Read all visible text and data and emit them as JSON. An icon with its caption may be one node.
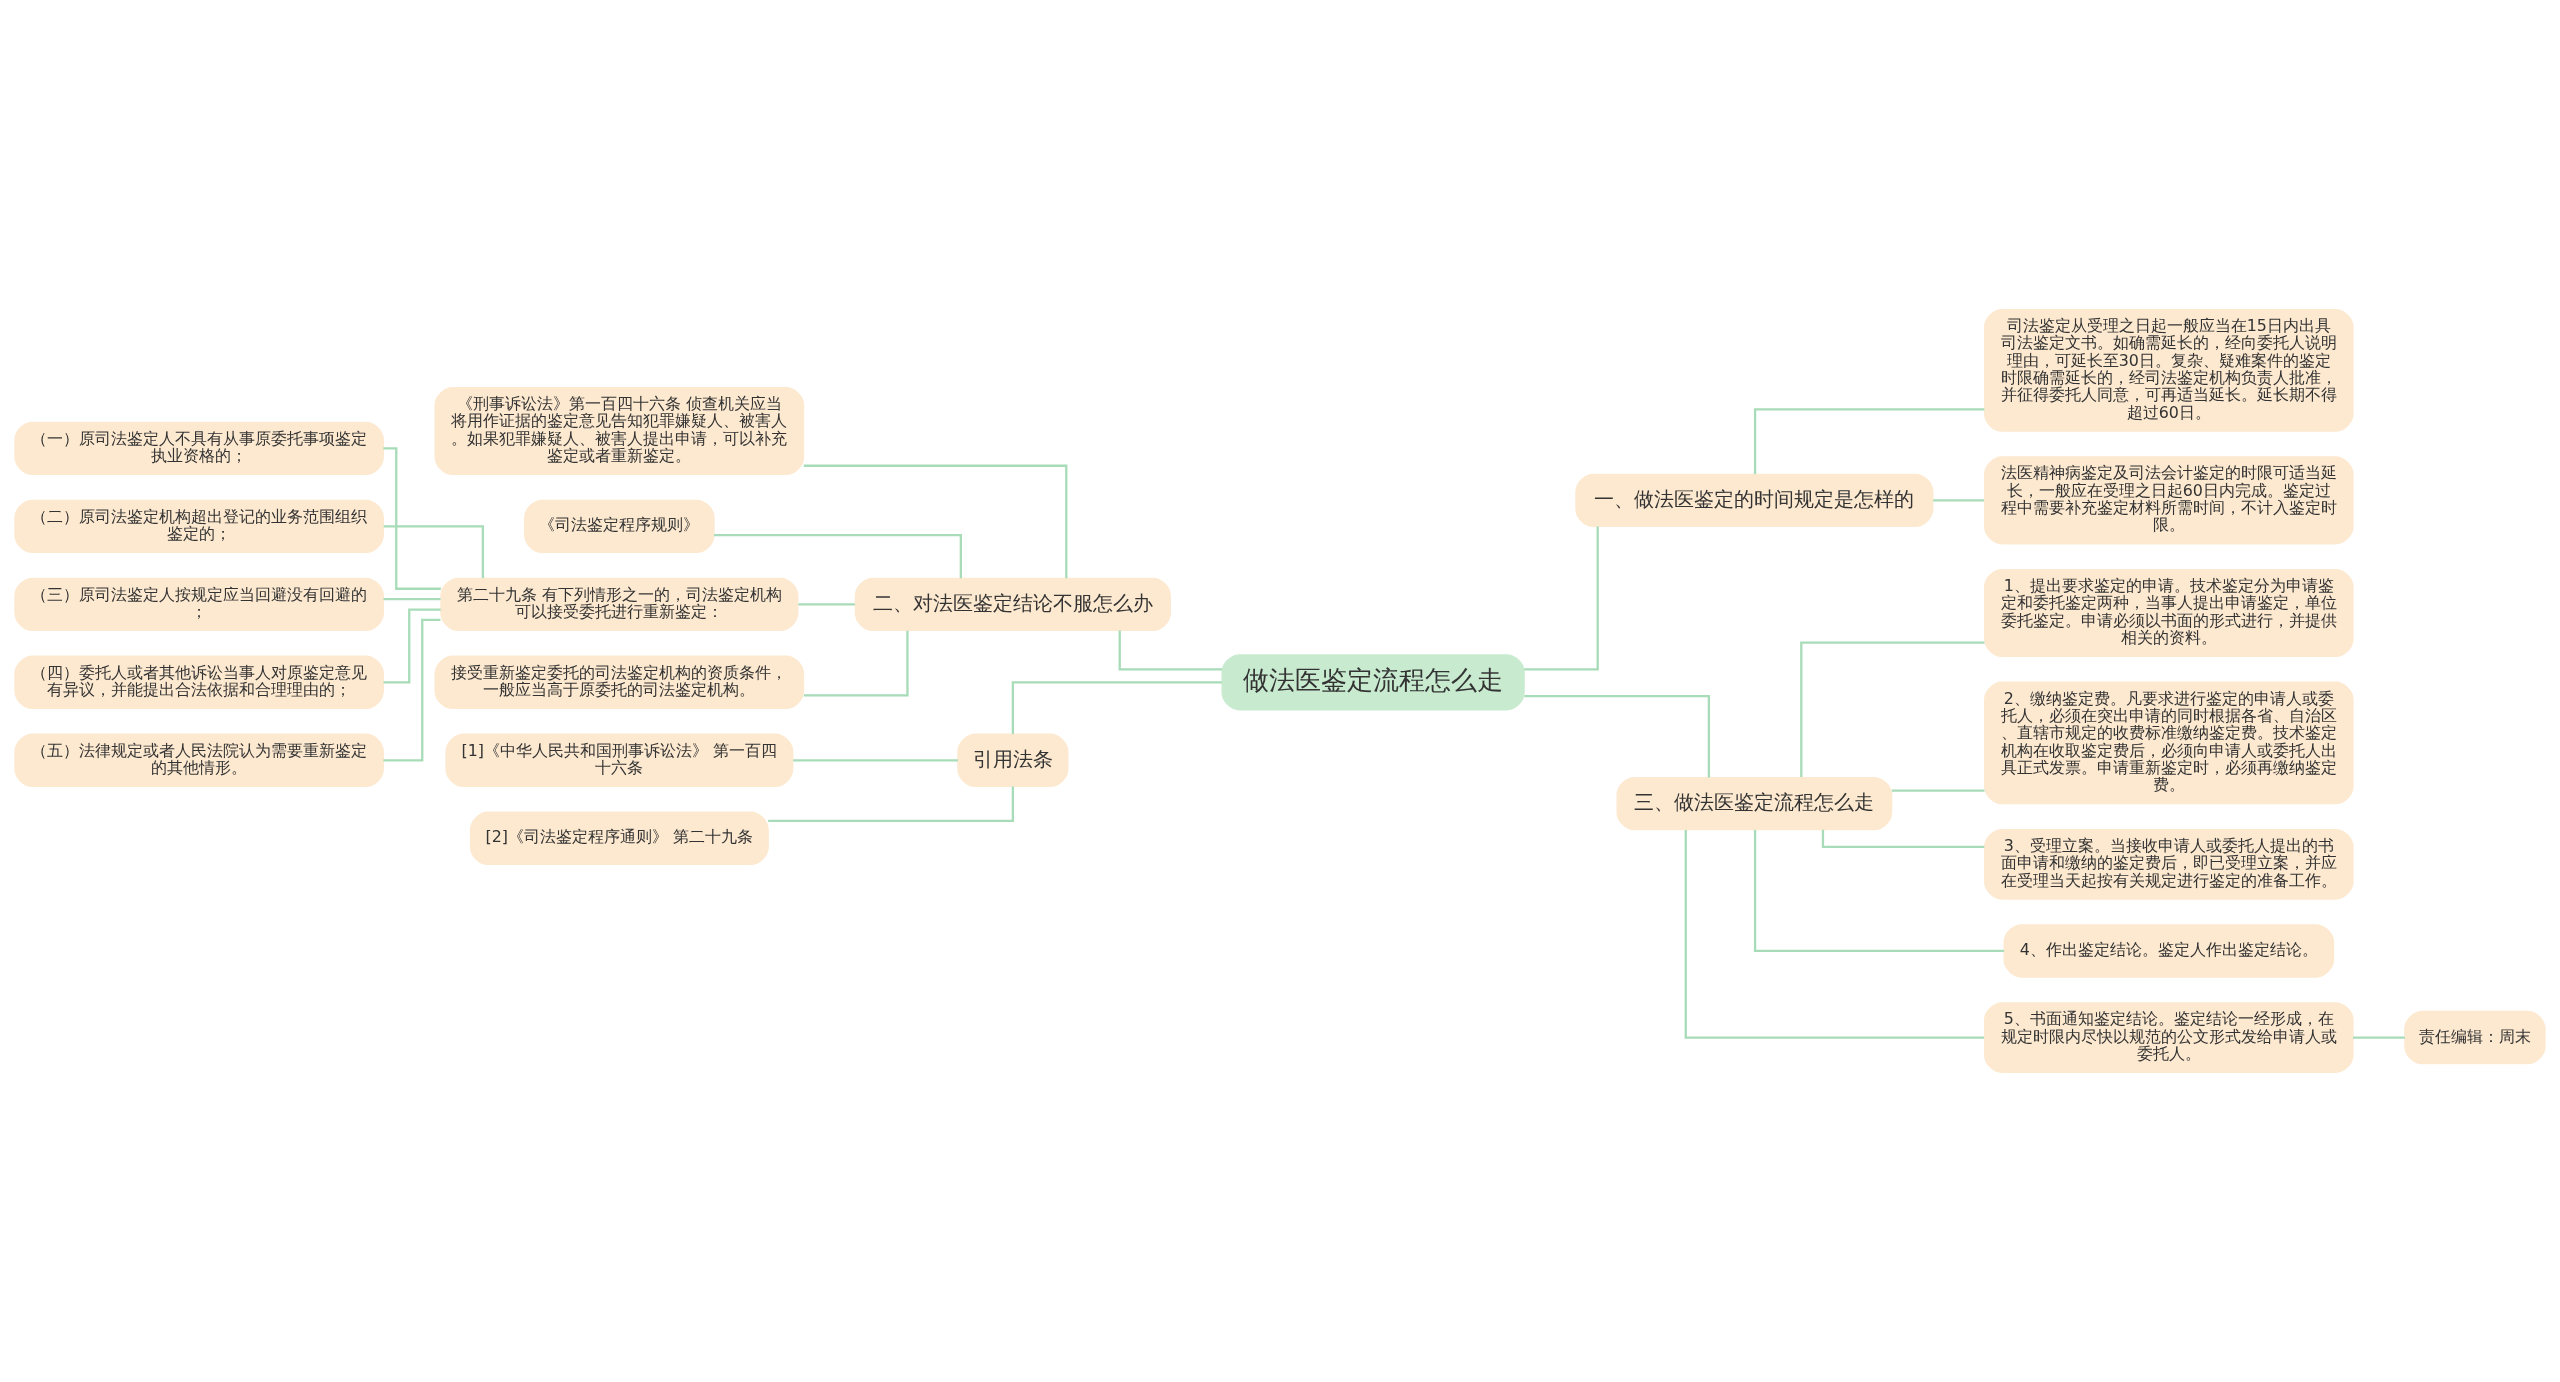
{
  "diagram": {
    "nodes": [
      {
        "text": [
          "做法医鉴定流程怎么走"
        ]
      },
      {
        "text": [
          "二、对法医鉴定结论不服怎么办"
        ]
      },
      {
        "text": [
          "《刑事诉讼法》第一百四十六条 侦查机关应当将用作证据的鉴定意见告知犯罪嫌疑人、被害人。如果犯罪嫌疑人、被害人提出申请，可以补充鉴定或者重新鉴定。"
        ]
      },
      {
        "text": [
          "《司法鉴定程序规则》"
        ]
      },
      {
        "text": [
          "第二十九条 有下列情形之一的，司法鉴定机构可以接受委托进行重新鉴定："
        ]
      },
      {
        "text": [
          "（一）原司法鉴定人不具有从事原委托事项鉴定执业资格的；"
        ]
      },
      {
        "text": [
          "（二）原司法鉴定机构超出登记的业务范围组织鉴定的；"
        ]
      },
      {
        "text": [
          "（三）原司法鉴定人按规定应当回避没有回避的；"
        ]
      },
      {
        "text": [
          "（四）委托人或者其他诉讼当事人对原鉴定意见有异议，并能提出合法依据和合理理由的；"
        ]
      },
      {
        "text": [
          "（五）法律规定或者人民法院认为需要重新鉴定的其他情形。"
        ]
      },
      {
        "text": [
          "接受重新鉴定委托的司法鉴定机构的资质条件，一般应当高于原委托的司法鉴定机构。"
        ]
      },
      {
        "text": [
          "引用法条"
        ]
      },
      {
        "text": [
          "[1]《中华人民共和国刑事诉讼法》 第一百四十六条"
        ]
      },
      {
        "text": [
          "[2]《司法鉴定程序通则》 第二十九条"
        ]
      },
      {
        "text": [
          "一、做法医鉴定的时间规定是怎样的"
        ]
      },
      {
        "text": [
          "司法鉴定从受理之日起一般应当在15日内出具司法鉴定文书。如确需延长的，经向委托人说明理由，可延长至30日。复杂、疑难案件的鉴定时限确需延长的，经司法鉴定机构负责人批准，并征得委托人同意，可再适当延长。延长期不得超过60日。"
        ]
      },
      {
        "text": [
          "法医精神病鉴定及司法会计鉴定的时限可适当延长，一般应在受理之日起60日内完成。鉴定过程中需要补充鉴定材料所需时间，不计入鉴定时限。"
        ]
      },
      {
        "text": [
          "三、做法医鉴定流程怎么走"
        ]
      },
      {
        "text": [
          "1、提出要求鉴定的申请。技术鉴定分为申请鉴定和委托鉴定两种，当事人提出申请鉴定，单位委托鉴定。申请必须以书面的形式进行，并提供相关的资料。"
        ]
      },
      {
        "text": [
          "2、缴纳鉴定费。凡要求进行鉴定的申请人或委托人，必须在突出申请的同时根据各省、自治区、直辖市规定的收费标准缴纳鉴定费。技术鉴定机构在收取鉴定费后，必须向申请人或委托人出具正式发票。申请重新鉴定时，必须再缴纳鉴定费。"
        ]
      },
      {
        "text": [
          "3、受理立案。当接收申请人或委托人提出的书面申请和缴纳的鉴定费后，即已受理立案，并应在受理当天起按有关规定进行鉴定的准备工作。"
        ]
      },
      {
        "text": [
          "4、作出鉴定结论。鉴定人作出鉴定结论。"
        ]
      },
      {
        "text": [
          "5、书面通知鉴定结论。鉴定结论一经形成，在规定时限内尽快以规范的公文形式发给申请人或委托人。"
        ]
      },
      {
        "text": [
          "责任编辑：周末"
        ]
      }
    ],
    "edges": [
      {
        "from": 0,
        "to": 1,
        "arrow": "none"
      },
      {
        "from": 1,
        "to": 2,
        "arrow": "none"
      },
      {
        "from": 1,
        "to": 3,
        "arrow": "none"
      },
      {
        "from": 1,
        "to": 4,
        "arrow": "none"
      },
      {
        "from": 4,
        "to": 5,
        "arrow": "none"
      },
      {
        "from": 4,
        "to": 6,
        "arrow": "none"
      },
      {
        "from": 4,
        "to": 7,
        "arrow": "none"
      },
      {
        "from": 4,
        "to": 8,
        "arrow": "none"
      },
      {
        "from": 4,
        "to": 9,
        "arrow": "none"
      },
      {
        "from": 1,
        "to": 10,
        "arrow": "none"
      },
      {
        "from": 0,
        "to": 11,
        "arrow": "none"
      },
      {
        "from": 11,
        "to": 12,
        "arrow": "none"
      },
      {
        "from": 11,
        "to": 13,
        "arrow": "none"
      },
      {
        "from": 0,
        "to": 14,
        "arrow": "none"
      },
      {
        "from": 14,
        "to": 15,
        "arrow": "none"
      },
      {
        "from": 14,
        "to": 16,
        "arrow": "none"
      },
      {
        "from": 0,
        "to": 17,
        "arrow": "none"
      },
      {
        "from": 17,
        "to": 18,
        "arrow": "none"
      },
      {
        "from": 17,
        "to": 19,
        "arrow": "none"
      },
      {
        "from": 17,
        "to": 20,
        "arrow": "none"
      },
      {
        "from": 17,
        "to": 21,
        "arrow": "none"
      },
      {
        "from": 17,
        "to": 22,
        "arrow": "none"
      },
      {
        "from": 22,
        "to": 23,
        "arrow": "none"
      }
    ]
  }
}
